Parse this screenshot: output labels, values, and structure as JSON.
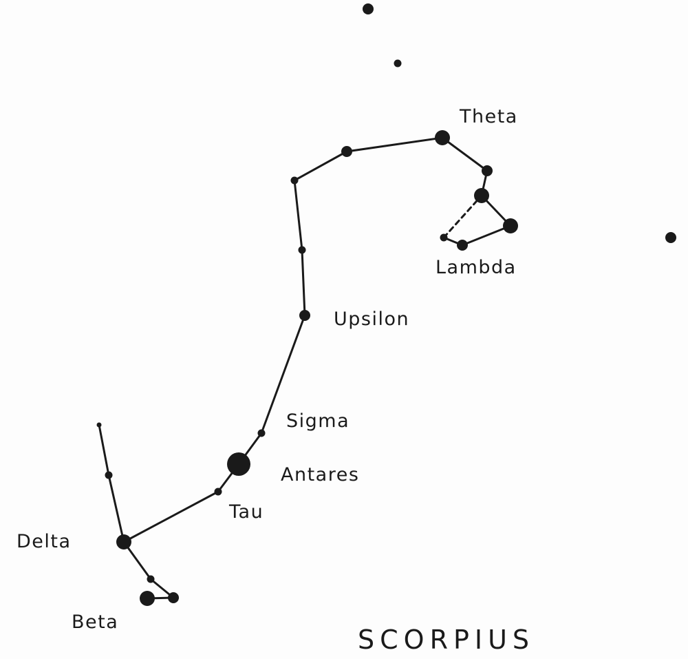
{
  "title": "SCORPIUS",
  "ink_color": "#1a1a1a",
  "paper_color": "#fdfdfd",
  "labels": {
    "theta": "Theta",
    "lambda": "Lambda",
    "upsilon": "Upsilon",
    "sigma": "Sigma",
    "antares": "Antares",
    "tau": "Tau",
    "delta": "Delta",
    "beta": "Beta"
  },
  "stars": [
    {
      "id": "field-top",
      "size": "medium"
    },
    {
      "id": "field-top-small",
      "size": "small"
    },
    {
      "id": "field-right",
      "size": "medium"
    },
    {
      "id": "theta",
      "size": "large"
    },
    {
      "id": "tail-1",
      "size": "medium"
    },
    {
      "id": "tail-2",
      "size": "large"
    },
    {
      "id": "lambda-east",
      "size": "large"
    },
    {
      "id": "lambda",
      "size": "medium"
    },
    {
      "id": "lambda-west",
      "size": "small"
    },
    {
      "id": "tail-3",
      "size": "medium"
    },
    {
      "id": "tail-4",
      "size": "small"
    },
    {
      "id": "body-1",
      "size": "small"
    },
    {
      "id": "upsilon",
      "size": "medium"
    },
    {
      "id": "sigma",
      "size": "small"
    },
    {
      "id": "antares",
      "size": "xlarge"
    },
    {
      "id": "tau",
      "size": "small"
    },
    {
      "id": "delta",
      "size": "large"
    },
    {
      "id": "claw-1",
      "size": "small"
    },
    {
      "id": "claw-top",
      "size": "tiny"
    },
    {
      "id": "claw-2",
      "size": "small"
    },
    {
      "id": "beta",
      "size": "large"
    },
    {
      "id": "beta-2",
      "size": "medium"
    }
  ],
  "connections": [
    {
      "from": "claw-top",
      "to": "claw-1",
      "style": "solid"
    },
    {
      "from": "claw-1",
      "to": "delta",
      "style": "solid"
    },
    {
      "from": "delta",
      "to": "claw-2",
      "style": "solid"
    },
    {
      "from": "claw-2",
      "to": "beta-2",
      "style": "solid"
    },
    {
      "from": "beta-2",
      "to": "beta",
      "style": "solid"
    },
    {
      "from": "delta",
      "to": "tau",
      "style": "solid"
    },
    {
      "from": "tau",
      "to": "antares",
      "style": "solid"
    },
    {
      "from": "antares",
      "to": "sigma",
      "style": "solid"
    },
    {
      "from": "sigma",
      "to": "upsilon",
      "style": "solid"
    },
    {
      "from": "upsilon",
      "to": "body-1",
      "style": "solid"
    },
    {
      "from": "body-1",
      "to": "tail-4",
      "style": "solid"
    },
    {
      "from": "tail-4",
      "to": "tail-3",
      "style": "solid"
    },
    {
      "from": "tail-3",
      "to": "theta",
      "style": "solid"
    },
    {
      "from": "theta",
      "to": "tail-1",
      "style": "solid"
    },
    {
      "from": "tail-1",
      "to": "tail-2",
      "style": "solid"
    },
    {
      "from": "tail-2",
      "to": "lambda-east",
      "style": "solid"
    },
    {
      "from": "lambda-east",
      "to": "lambda",
      "style": "solid"
    },
    {
      "from": "lambda",
      "to": "lambda-west",
      "style": "solid"
    },
    {
      "from": "lambda-west",
      "to": "tail-2",
      "style": "dashed"
    }
  ]
}
